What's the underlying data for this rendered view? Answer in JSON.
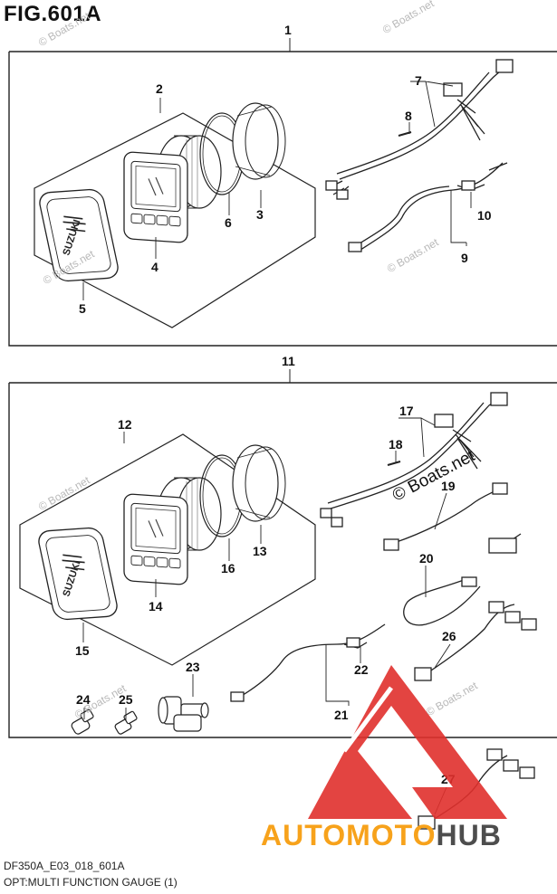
{
  "figure": {
    "title": "FIG.601A",
    "drawing_code": "DF350A_E03_018_601A",
    "caption": "OPT:MULTI FUNCTION GAUGE (1)"
  },
  "brand_on_gauge": "SUZUKI",
  "watermark": {
    "site_text": "© Boats.net",
    "site_text_large": "© Boats.net",
    "logo_text_red": "AUTOMOTO",
    "logo_text_dark": "HUB"
  },
  "callouts": {
    "c1": "1",
    "c2": "2",
    "c3": "3",
    "c4": "4",
    "c5": "5",
    "c6": "6",
    "c7": "7",
    "c8": "8",
    "c9": "9",
    "c10": "10",
    "c11": "11",
    "c12": "12",
    "c13": "13",
    "c14": "14",
    "c15": "15",
    "c16": "16",
    "c17": "17",
    "c18": "18",
    "c19": "19",
    "c20": "20",
    "c21": "21",
    "c22": "22",
    "c23": "23",
    "c24": "24",
    "c25": "25",
    "c26": "26",
    "c27": "27"
  },
  "colors": {
    "logo_red": "#e0302c",
    "logo_dark": "#4d4d4d",
    "line": "#222222"
  }
}
